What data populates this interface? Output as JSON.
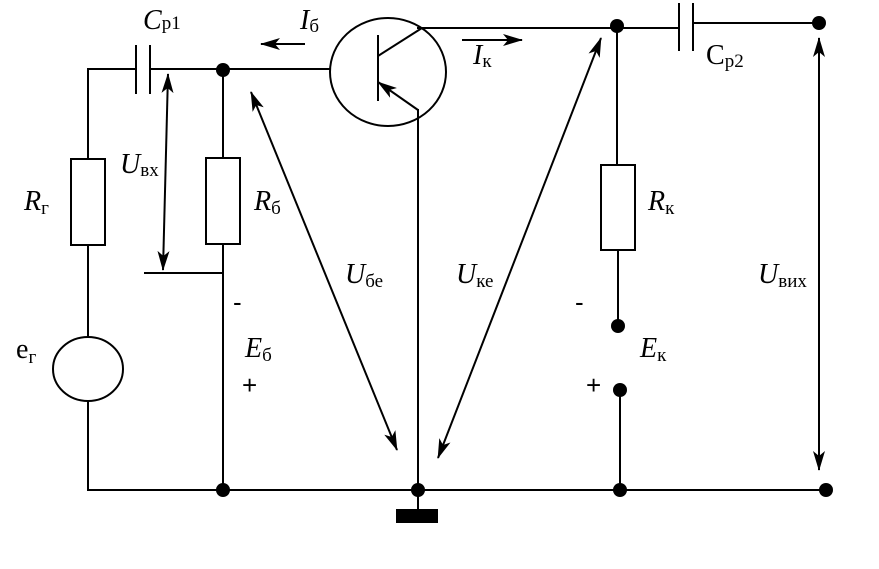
{
  "labels": {
    "cp1": {
      "main": "C",
      "sub": "р1"
    },
    "cp2": {
      "main": "C",
      "sub": "р2"
    },
    "ib": {
      "main": "I",
      "sub": "б"
    },
    "ik": {
      "main": "I",
      "sub": "к"
    },
    "uvx": {
      "main": "U",
      "sub": "вх"
    },
    "rg": {
      "main": "R",
      "sub": "г"
    },
    "rb": {
      "main": "R",
      "sub": "б"
    },
    "rk": {
      "main": "R",
      "sub": "к"
    },
    "ube": {
      "main": "U",
      "sub": "бе"
    },
    "uke": {
      "main": "U",
      "sub": "ке"
    },
    "uvih": {
      "main": "U",
      "sub": "вих"
    },
    "eg": {
      "main": "e",
      "sub": "г"
    },
    "eb": {
      "main": "E",
      "sub": "б"
    },
    "ek": {
      "main": "E",
      "sub": "к"
    }
  },
  "signs": {
    "eb_minus": "-",
    "eb_plus": "+",
    "ek_minus": "-",
    "ek_plus": "+"
  }
}
